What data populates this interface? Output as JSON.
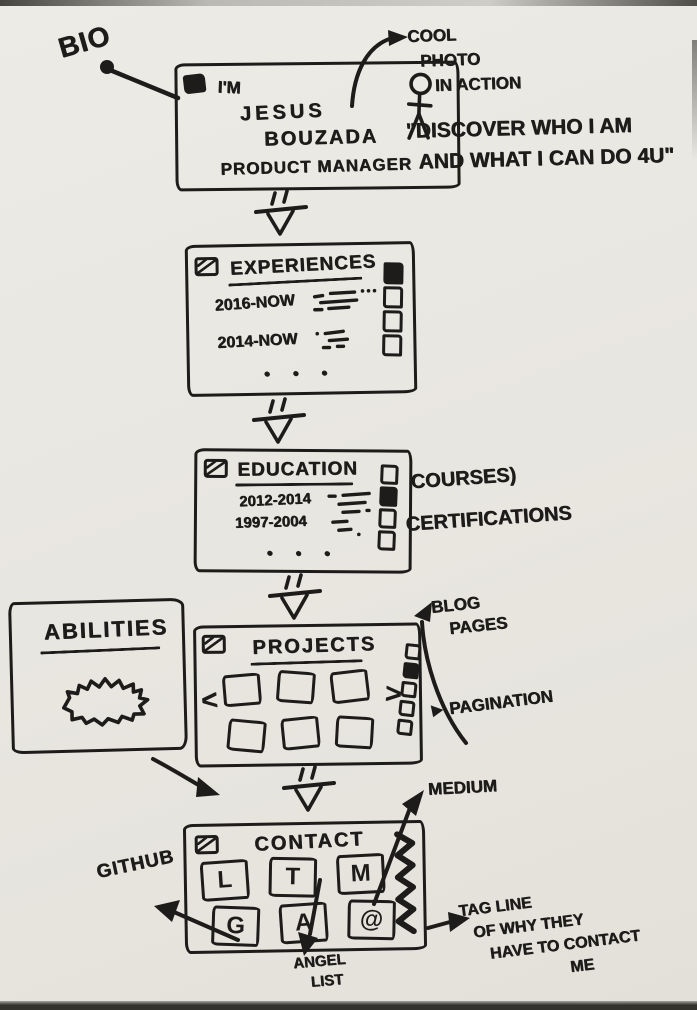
{
  "photo": {
    "background": "#e9e7e1",
    "ink": "#1d1c1a",
    "edge_shadow": "#34322d"
  },
  "bio": {
    "label": "BIO",
    "intro": "I'M",
    "first_name": "JESUS",
    "last_name": "BOUZADA",
    "role": "PRODUCT MANAGER",
    "photo_note_lines": [
      "COOL",
      "PHOTO",
      "IN ACTION"
    ],
    "quote_lines": [
      "\"DISCOVER WHO I AM",
      "AND WHAT I CAN DO 4U\""
    ]
  },
  "experiences": {
    "title": "EXPERIENCES",
    "rows": [
      {
        "period": "2016-NOW"
      },
      {
        "period": "2014-NOW"
      }
    ],
    "more_dots": "• • •"
  },
  "education": {
    "title": "EDUCATION",
    "rows": [
      {
        "period": "2012-2014"
      },
      {
        "period": "1997-2004"
      }
    ],
    "more_dots": "• • •",
    "side_note_lines": [
      "COURSES)",
      "CERTIFICATIONS"
    ]
  },
  "abilities": {
    "title": "ABILITIES"
  },
  "projects": {
    "title": "PROJECTS",
    "prev_arrow": "<",
    "next_arrow": ">",
    "blog_note_lines": [
      "BLOG",
      "PAGES"
    ],
    "pagination_note": "PAGINATION"
  },
  "contact": {
    "title": "CONTACT",
    "tiles": [
      "L",
      "T",
      "M",
      "G",
      "A",
      "@"
    ],
    "github_note": "GITHUB",
    "medium_note": "MEDIUM",
    "angel_note_lines": [
      "ANGEL",
      "LIST"
    ],
    "tagline_lines": [
      "TAG LINE",
      "OF WHY THEY",
      "HAVE TO CONTACT",
      "ME"
    ]
  },
  "icons": {
    "flow_down": "double-stroke down chevron",
    "logo": "filled square",
    "section_logo": "scribbled square",
    "stick_figure": "stick person",
    "list_scrollbar": "stacked squares",
    "zigzag": "zigzag ribbon"
  }
}
